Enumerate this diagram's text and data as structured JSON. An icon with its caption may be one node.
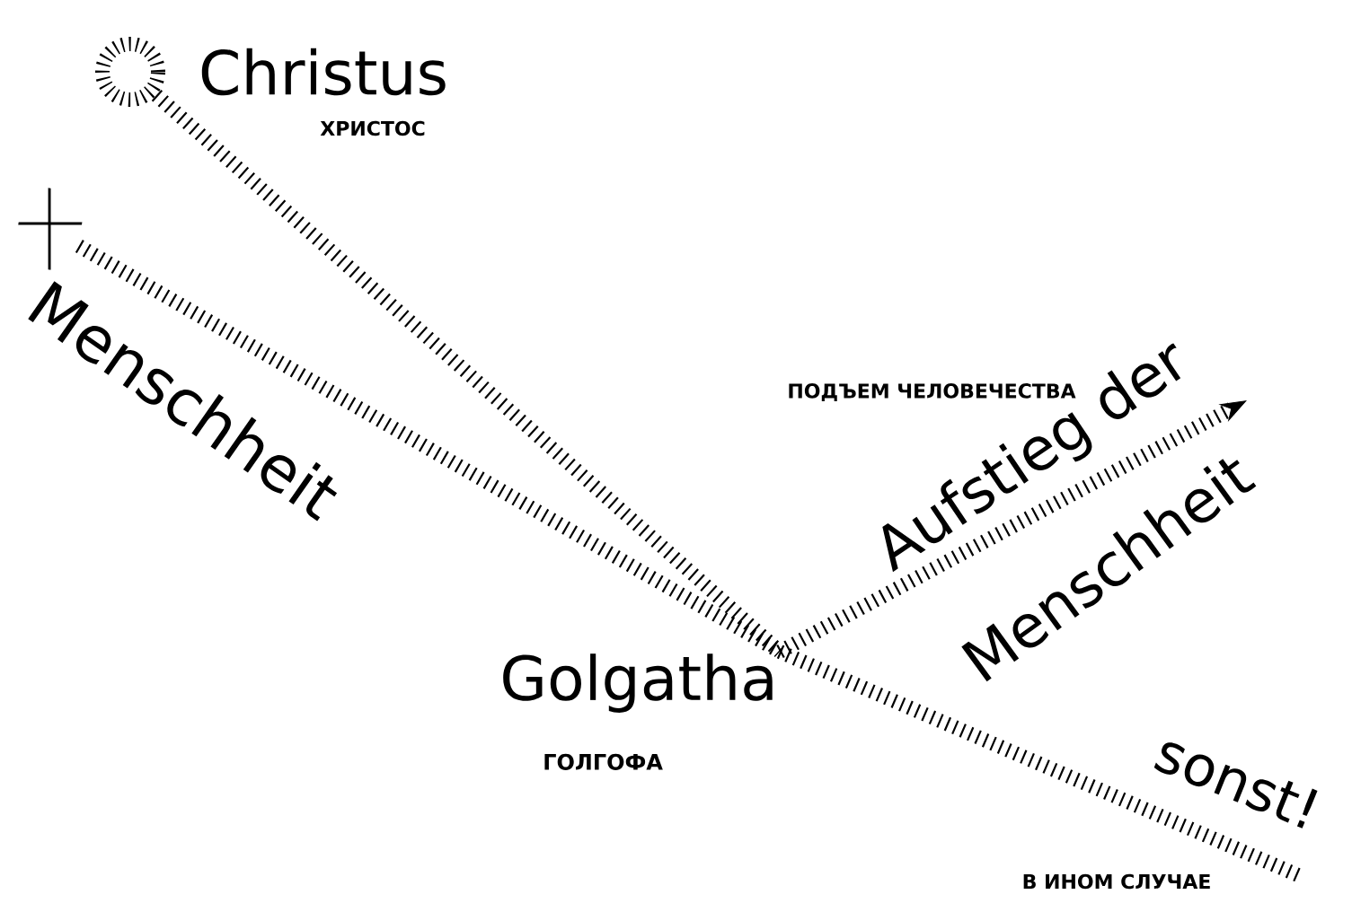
{
  "diagram": {
    "nodes": [
      {
        "text": [],
        "shape": "circle"
      },
      {
        "text": [],
        "shape": "cross"
      },
      {
        "text": [
          "Golgatha"
        ],
        "beside": [
          "ГОЛГОФА"
        ]
      }
    ],
    "edges": [
      {
        "from": 0,
        "to": 2,
        "arrow": "none"
      },
      {
        "from": 1,
        "to": 2,
        "arrow": "none"
      },
      {
        "from": 2,
        "to": null,
        "arrow": "to"
      },
      {
        "from": 2,
        "to": null,
        "arrow": "none"
      }
    ],
    "labels": [
      "Christus",
      "ХРИСТОС",
      "Menschheit",
      "ПОДЪЕМ ЧЕЛОВЕЧЕСТВА",
      "Aufstieg der",
      "Menschheit",
      "sonst!",
      "В ИНОМ СЛУЧАЕ"
    ]
  }
}
